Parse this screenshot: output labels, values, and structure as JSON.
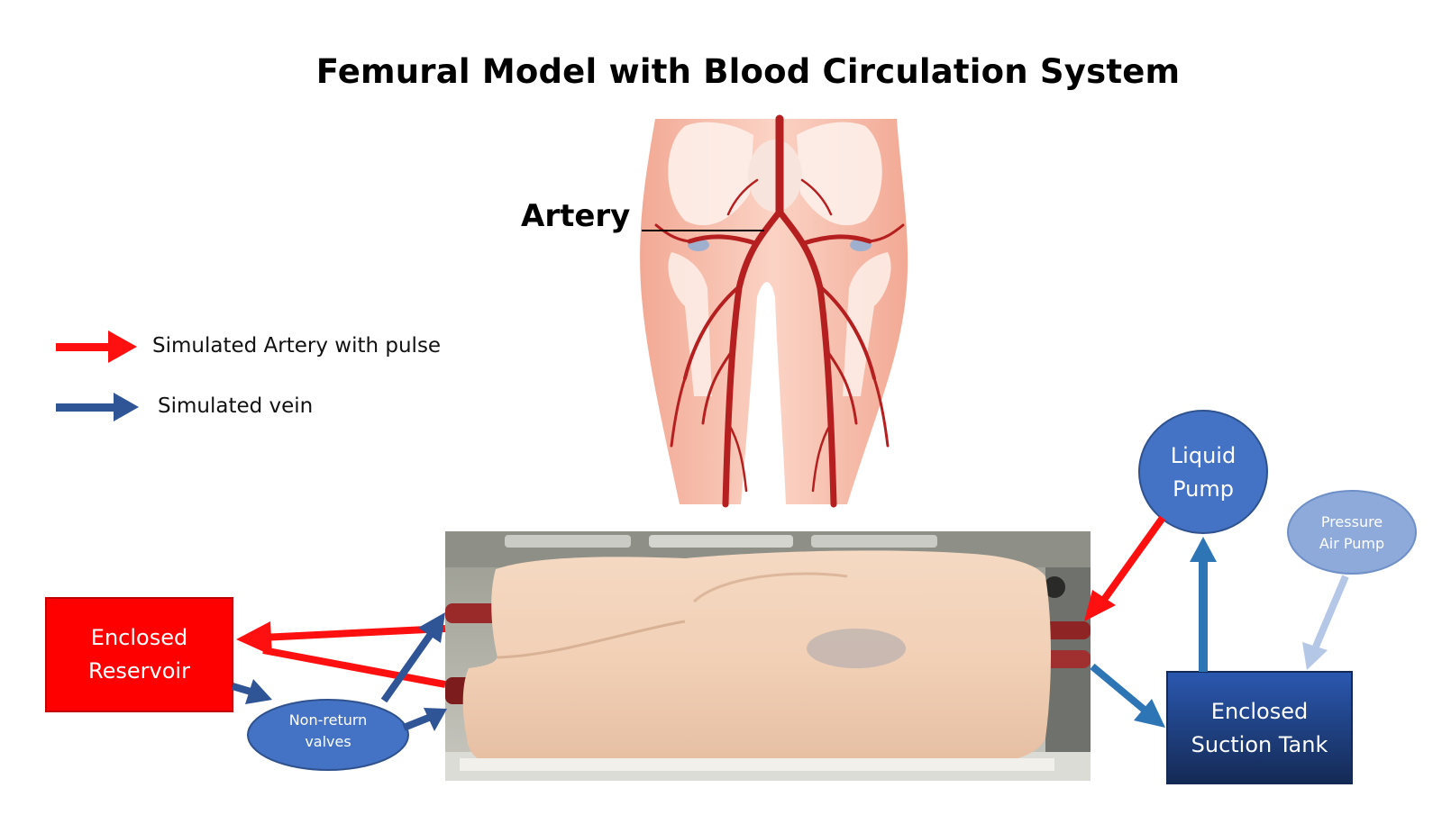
{
  "title": "Femural Model with Blood Circulation System",
  "anatomy": {
    "artery_label": "Artery"
  },
  "legend": {
    "artery": "Simulated Artery with pulse",
    "vein": "Simulated vein"
  },
  "components": {
    "reservoir": {
      "line1": "Enclosed",
      "line2": "Reservoir",
      "color": "#ff0000"
    },
    "valves": {
      "line1": "Non-return",
      "line2": "valves",
      "color": "#4472c4"
    },
    "liquid_pump": {
      "line1": "Liquid",
      "line2": "Pump",
      "color": "#4472c4"
    },
    "air_pump": {
      "line1": "Pressure",
      "line2": "Air Pump",
      "color": "#8eaadb"
    },
    "suction_tank": {
      "line1": "Enclosed",
      "line2": "Suction Tank",
      "color": "#1f3f7a"
    }
  },
  "colors": {
    "artery_arrow": "#ff1010",
    "vein_arrow": "#2f5597",
    "pump_arrow": "#2e75b6",
    "air_arrow": "#b4c7e7"
  },
  "icons": {
    "anatomy_illustration": "pelvis-and-thigh-arteries-illustration",
    "leg_model_photo": "silicone-thigh-model-photo"
  }
}
